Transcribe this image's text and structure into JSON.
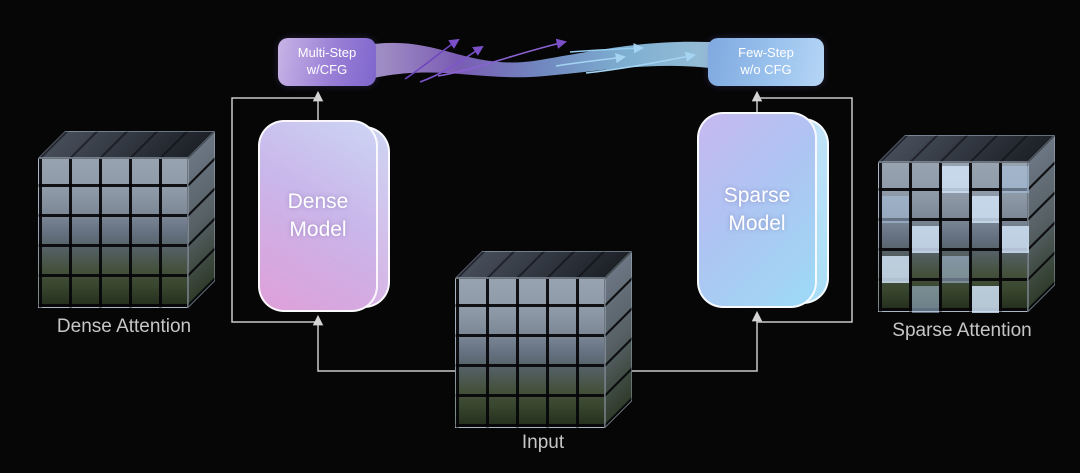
{
  "badges": {
    "multi_step": {
      "line1": "Multi-Step",
      "line2": "w/CFG"
    },
    "few_step": {
      "line1": "Few-Step",
      "line2": "w/o CFG"
    }
  },
  "models": {
    "dense": {
      "line1": "Dense",
      "line2": "Model"
    },
    "sparse": {
      "line1": "Sparse",
      "line2": "Model"
    }
  },
  "labels": {
    "dense_attention": "Dense Attention",
    "sparse_attention": "Sparse Attention",
    "input": "Input"
  },
  "colors": {
    "background": "#060606",
    "multi_step_badge": "#9a7fd6",
    "few_step_badge": "#9cc4ee",
    "dense_model_top": "#ccd4f4",
    "dense_model_bottom": "#df9fd9",
    "sparse_model_left": "#c6b8f0",
    "sparse_model_right": "#9ddaf6",
    "flow_ribbon_purple": "#8a68cc",
    "flow_ribbon_blue": "#9fd2f0",
    "connector_arrow": "#c9c9c9",
    "caption_text": "#c6c6c6"
  },
  "decorations": {
    "ribbon": "multi-step-to-few-step-flow-ribbon"
  }
}
